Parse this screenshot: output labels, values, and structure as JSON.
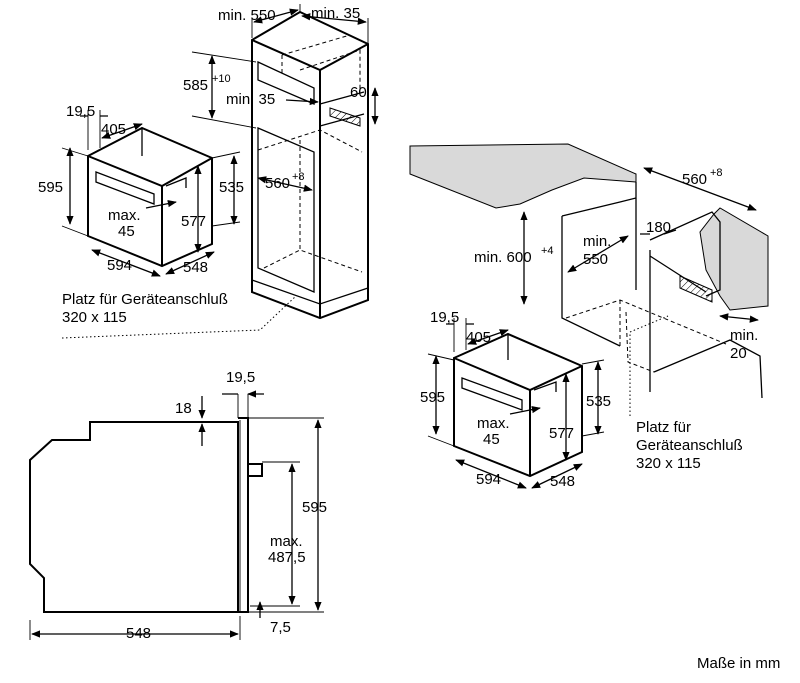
{
  "tall_cabinet": {
    "min_550": "min. 550",
    "min_35_top": "min. 35",
    "h585": "585",
    "h585_sup": "+10",
    "min_35_mid": "min. 35",
    "v60": "60",
    "w560": "560",
    "w560_sup": "+8",
    "connection_line1": "Platz für Geräteanschluß",
    "connection_line2": "320 x 115"
  },
  "oven_left": {
    "d19_5": "19,5",
    "d405": "405",
    "h595": "595",
    "max45_1": "max.",
    "max45_2": "45",
    "h577": "577",
    "h535": "535",
    "w594": "594",
    "d548": "548"
  },
  "counter_install": {
    "min_600": "min. 600",
    "min_600_sup": "+4",
    "min_550_1": "min.",
    "min_550_2": "550",
    "w560": "560",
    "w560_sup": "+8",
    "d180": "180",
    "min20_1": "min.",
    "min20_2": "20",
    "connection_line1": "Platz für",
    "connection_line2": "Geräteanschluß",
    "connection_line3": "320 x 115"
  },
  "oven_right": {
    "d19_5": "19,5",
    "d405": "405",
    "h595": "595",
    "max45_1": "max.",
    "max45_2": "45",
    "h577": "577",
    "h535": "535",
    "w594": "594",
    "d548": "548"
  },
  "side_view": {
    "d19_5": "19,5",
    "d18": "18",
    "h595": "595",
    "max_1": "max.",
    "max_2": "487,5",
    "d548": "548",
    "d7_5": "7,5"
  },
  "footer": {
    "units": "Maße in mm"
  }
}
